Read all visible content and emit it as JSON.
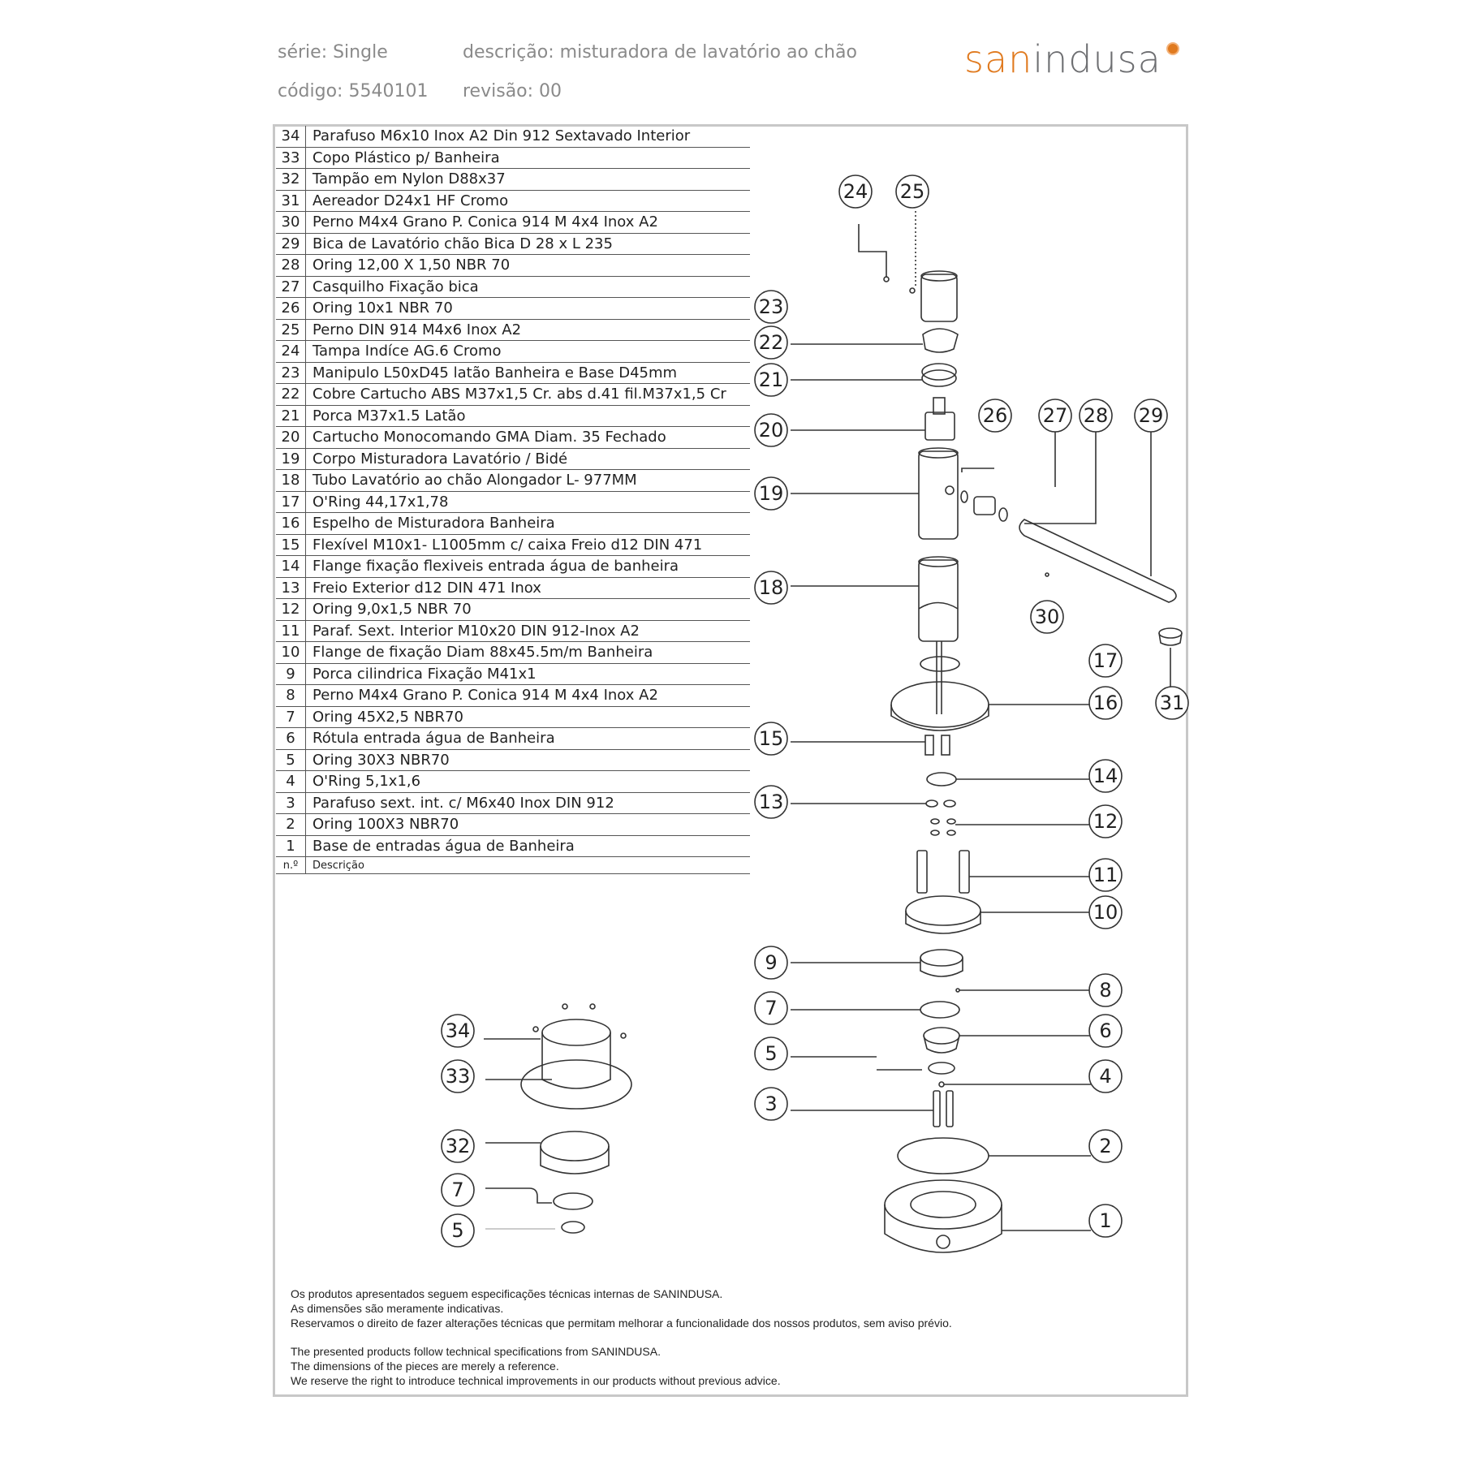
{
  "header": {
    "serie": "série: Single",
    "descricao": "descrição: misturadora de lavatório ao chão",
    "codigo": "código: 5540101",
    "revisao": "revisão: 00"
  },
  "logo": {
    "part1": "san",
    "part2": "indusa",
    "accent_color": "#e07a1f",
    "gray_color": "#6d6e71"
  },
  "parts": [
    {
      "n": "34",
      "d": "Parafuso M6x10 Inox A2 Din 912 Sextavado Interior"
    },
    {
      "n": "33",
      "d": "Copo Plástico p/ Banheira"
    },
    {
      "n": "32",
      "d": "Tampão em Nylon D88x37"
    },
    {
      "n": "31",
      "d": "Aereador D24x1 HF Cromo"
    },
    {
      "n": "30",
      "d": "Perno M4x4 Grano P. Conica 914 M 4x4 Inox A2"
    },
    {
      "n": "29",
      "d": "Bica de Lavatório chão Bica D 28 x L 235"
    },
    {
      "n": "28",
      "d": "Oring 12,00 X 1,50 NBR 70"
    },
    {
      "n": "27",
      "d": "Casquilho Fixação bica"
    },
    {
      "n": "26",
      "d": "Oring 10x1 NBR 70"
    },
    {
      "n": "25",
      "d": "Perno DIN 914 M4x6 Inox A2"
    },
    {
      "n": "24",
      "d": "Tampa Indíce AG.6 Cromo"
    },
    {
      "n": "23",
      "d": "Manipulo L50xD45 latão Banheira e Base  D45mm"
    },
    {
      "n": "22",
      "d": "Cobre Cartucho ABS M37x1,5 Cr. abs d.41 fil.M37x1,5 Cr"
    },
    {
      "n": "21",
      "d": "Porca M37x1.5 Latão"
    },
    {
      "n": "20",
      "d": "Cartucho Monocomando GMA Diam. 35 Fechado"
    },
    {
      "n": "19",
      "d": "Corpo Misturadora Lavatório / Bidé"
    },
    {
      "n": "18",
      "d": "Tubo Lavatório ao chão Alongador L- 977MM"
    },
    {
      "n": "17",
      "d": "O'Ring 44,17x1,78"
    },
    {
      "n": "16",
      "d": "Espelho de Misturadora Banheira"
    },
    {
      "n": "15",
      "d": "Flexível M10x1-  L1005mm c/ caixa Freio d12 DIN 471"
    },
    {
      "n": "14",
      "d": "Flange fixação flexiveis entrada água de banheira"
    },
    {
      "n": "13",
      "d": "Freio Exterior d12 DIN 471 Inox"
    },
    {
      "n": "12",
      "d": "Oring 9,0x1,5 NBR 70"
    },
    {
      "n": "11",
      "d": "Paraf. Sext. Interior M10x20 DIN 912-Inox A2"
    },
    {
      "n": "10",
      "d": "Flange de fixação Diam 88x45.5m/m Banheira"
    },
    {
      "n": "9",
      "d": "Porca cilindrica Fixação M41x1"
    },
    {
      "n": "8",
      "d": "Perno M4x4 Grano P. Conica 914 M 4x4 Inox A2"
    },
    {
      "n": "7",
      "d": "Oring 45X2,5  NBR70"
    },
    {
      "n": "6",
      "d": "Rótula entrada água de Banheira"
    },
    {
      "n": "5",
      "d": "Oring 30X3  NBR70"
    },
    {
      "n": "4",
      "d": "O'Ring 5,1x1,6"
    },
    {
      "n": "3",
      "d": "Parafuso sext. int. c/ M6x40 Inox DIN 912"
    },
    {
      "n": "2",
      "d": "Oring 100X3  NBR70"
    },
    {
      "n": "1",
      "d": "Base de entradas água de Banheira"
    }
  ],
  "table_header": {
    "n": "n.º",
    "d": "Descrição"
  },
  "callouts": [
    "24",
    "25",
    "23",
    "22",
    "21",
    "26",
    "27",
    "28",
    "29",
    "20",
    "19",
    "18",
    "30",
    "17",
    "16",
    "31",
    "15",
    "14",
    "13",
    "12",
    "11",
    "10",
    "9",
    "8",
    "7",
    "6",
    "5",
    "4",
    "3",
    "2",
    "1",
    "34",
    "33",
    "32",
    "7",
    "5"
  ],
  "disclaimer_pt": [
    "Os produtos apresentados seguem especificações técnicas internas de SANINDUSA.",
    "As dimensões são meramente indicativas.",
    "Reservamos o direito de fazer alterações técnicas que permitam melhorar a funcionalidade dos nossos produtos, sem aviso prévio."
  ],
  "disclaimer_en": [
    "The presented products follow technical specifications from SANINDUSA.",
    "The dimensions of the pieces are merely a reference.",
    "We reserve the right to introduce technical improvements in our products without previous advice."
  ]
}
